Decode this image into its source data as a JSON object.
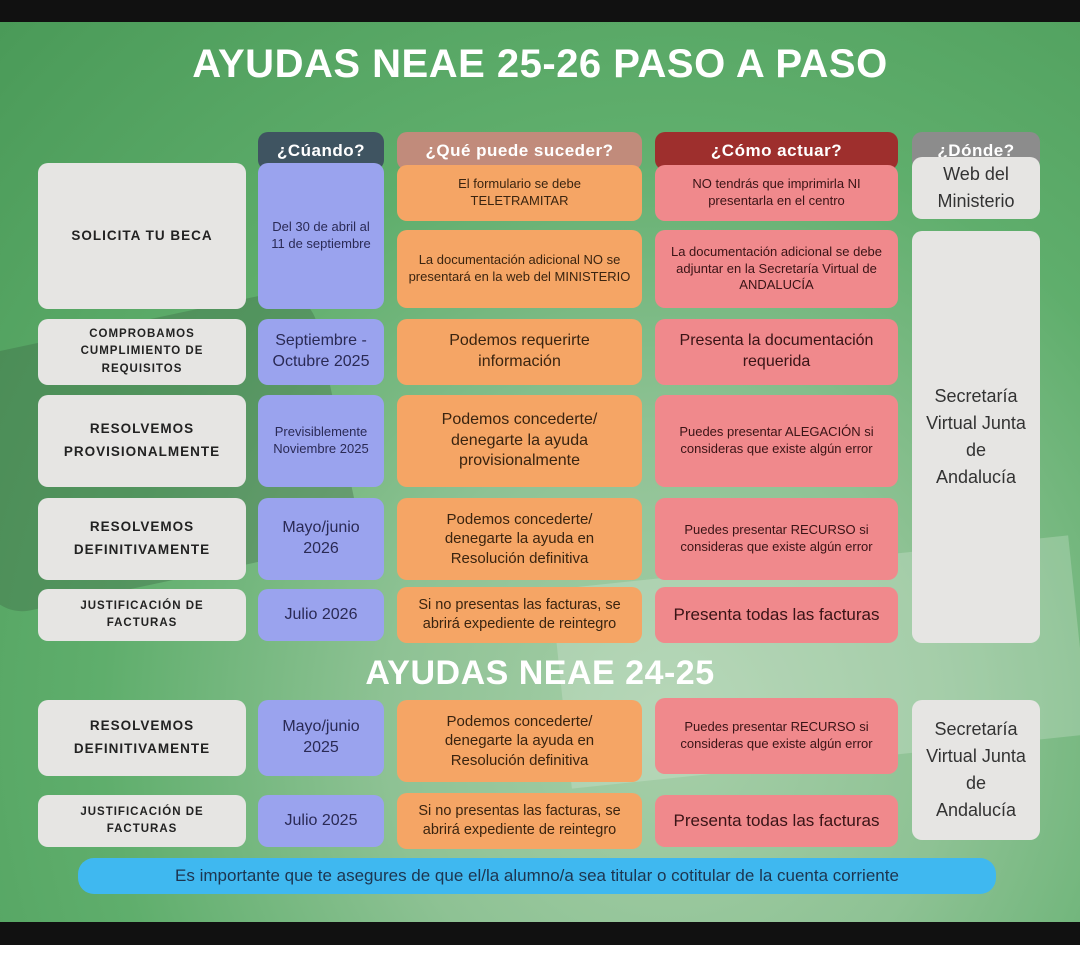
{
  "titles": {
    "main": "AYUDAS NEAE 25-26 PASO A PASO",
    "second": "AYUDAS NEAE 24-25"
  },
  "headers": {
    "when": "¿Cúando?",
    "what": "¿Qué puede suceder?",
    "how": "¿Cómo actuar?",
    "where": "¿Dónde?"
  },
  "colors": {
    "when_header": "#3f5461",
    "what_header": "#c18b7b",
    "how_header": "#9e2f2d",
    "where_header": "#8c8c8c",
    "when_cell": "#9aa3ee",
    "what_cell": "#f5a565",
    "how_cell": "#f0898c",
    "note": "#3fb8f0"
  },
  "rows": [
    {
      "label": "SOLICITA TU BECA",
      "when": "Del 30 de abril al 11 de septiembre",
      "what_1": "El formulario se debe TELETRAMITAR",
      "how_1": "NO tendrás que imprimirla NI presentarla en el centro",
      "what_2": "La documentación adicional NO se presentará en la web del MINISTERIO",
      "how_2": "La documentación adicional se debe adjuntar en la Secretaría Virtual de ANDALUCÍA"
    },
    {
      "label": "COMPROBAMOS CUMPLIMIENTO DE REQUISITOS",
      "when": "Septiembre - Octubre 2025",
      "what": "Podemos requerirte información",
      "how": "Presenta la documentación requerida"
    },
    {
      "label": "RESOLVEMOS PROVISIONALMENTE",
      "when": "Previsiblemente Noviembre 2025",
      "what": "Podemos concederte/ denegarte la ayuda provisionalmente",
      "how": "Puedes presentar ALEGACIÓN si consideras que existe algún error"
    },
    {
      "label": "RESOLVEMOS DEFINITIVAMENTE",
      "when": "Mayo/junio 2026",
      "what": "Podemos concederte/ denegarte la ayuda en Resolución definitiva",
      "how": "Puedes presentar RECURSO si consideras que existe algún error"
    },
    {
      "label": "JUSTIFICACIÓN DE FACTURAS",
      "when": "Julio 2026",
      "what": "Si no presentas las facturas, se abrirá expediente de reintegro",
      "how": "Presenta todas las facturas"
    }
  ],
  "where": {
    "web": "Web del Ministerio",
    "secretaria": "Secretaría Virtual Junta de Andalucía"
  },
  "rows_2425": [
    {
      "label": "RESOLVEMOS DEFINITIVAMENTE",
      "when": "Mayo/junio 2025",
      "what": "Podemos concederte/ denegarte la ayuda en Resolución definitiva",
      "how": "Puedes presentar RECURSO si consideras que existe algún error"
    },
    {
      "label": "JUSTIFICACIÓN DE FACTURAS",
      "when": "Julio 2025",
      "what": "Si no presentas las facturas, se abrirá expediente de reintegro",
      "how": "Presenta todas las facturas"
    }
  ],
  "where_2425": "Secretaría Virtual Junta de Andalucía",
  "note": "Es importante que te asegures de que el/la alumno/a sea titular o cotitular de la cuenta corriente"
}
